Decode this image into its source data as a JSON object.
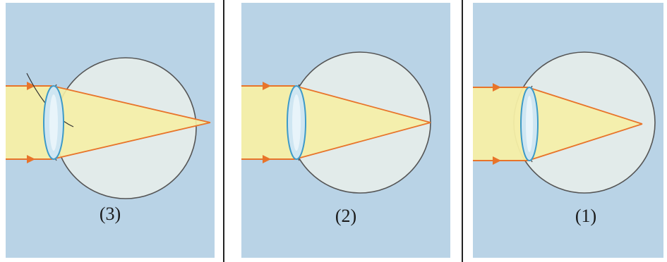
{
  "panels": [
    {
      "label": "(3)"
    },
    {
      "label": "(2)"
    },
    {
      "label": "(1)"
    }
  ],
  "colors": {
    "background": "#b9d3e6",
    "eyeball_fill": "#dfe9e8",
    "beam": "#f6efa6",
    "ray": "#e8742a",
    "lens": "#6fb3d6",
    "outline": "#555555"
  }
}
